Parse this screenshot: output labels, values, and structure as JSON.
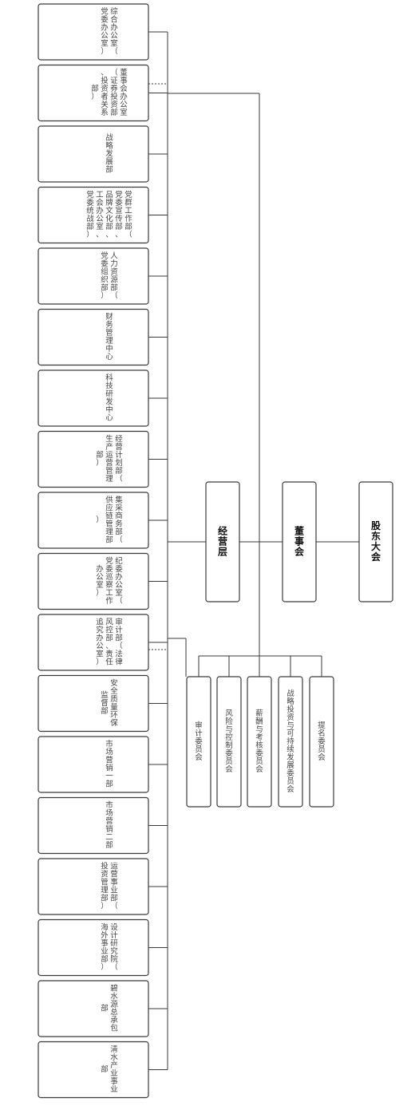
{
  "top": [
    {
      "key": "shareholders",
      "label": "股东大会"
    },
    {
      "key": "board",
      "label": "董事会"
    },
    {
      "key": "management",
      "label": "经营层"
    }
  ],
  "committees": [
    {
      "key": "nomination",
      "label": "提名委员会"
    },
    {
      "key": "strategy",
      "label": "战略投资与可持续发展委员会"
    },
    {
      "key": "compensation",
      "label": "薪酬与考核委员会"
    },
    {
      "key": "risk",
      "label": "风险与控制委员会"
    },
    {
      "key": "audit",
      "label": "审计委员会"
    }
  ],
  "departments": [
    {
      "label": "综合办公室（党委办公室）"
    },
    {
      "label": "董事会办公室（证券投资部、投资者关系部）"
    },
    {
      "label": "战略发展部"
    },
    {
      "label": "党群工作部（党委宣传部、品牌文化部、工会办公室、党委统战部）"
    },
    {
      "label": "人力资源部（党委组织部）"
    },
    {
      "label": "财务管理中心"
    },
    {
      "label": "科技研发中心"
    },
    {
      "label": "经营计划部（生产运营管理部）"
    },
    {
      "label": "集采商务部（供应链管理部）"
    },
    {
      "label": "纪委办公室（党委巡察工作办公室）"
    },
    {
      "label": "审计部（法律风控部、责任追究办公室）"
    },
    {
      "label": "安全质量环保监督部"
    },
    {
      "label": "市场营销一部"
    },
    {
      "label": "市场营销二部"
    },
    {
      "label": "运营事业部（投资管理部）"
    },
    {
      "label": "设计研究院（海外事业部）"
    },
    {
      "label": "碧水源总承包部"
    },
    {
      "label": "清水产业事业部"
    }
  ]
}
